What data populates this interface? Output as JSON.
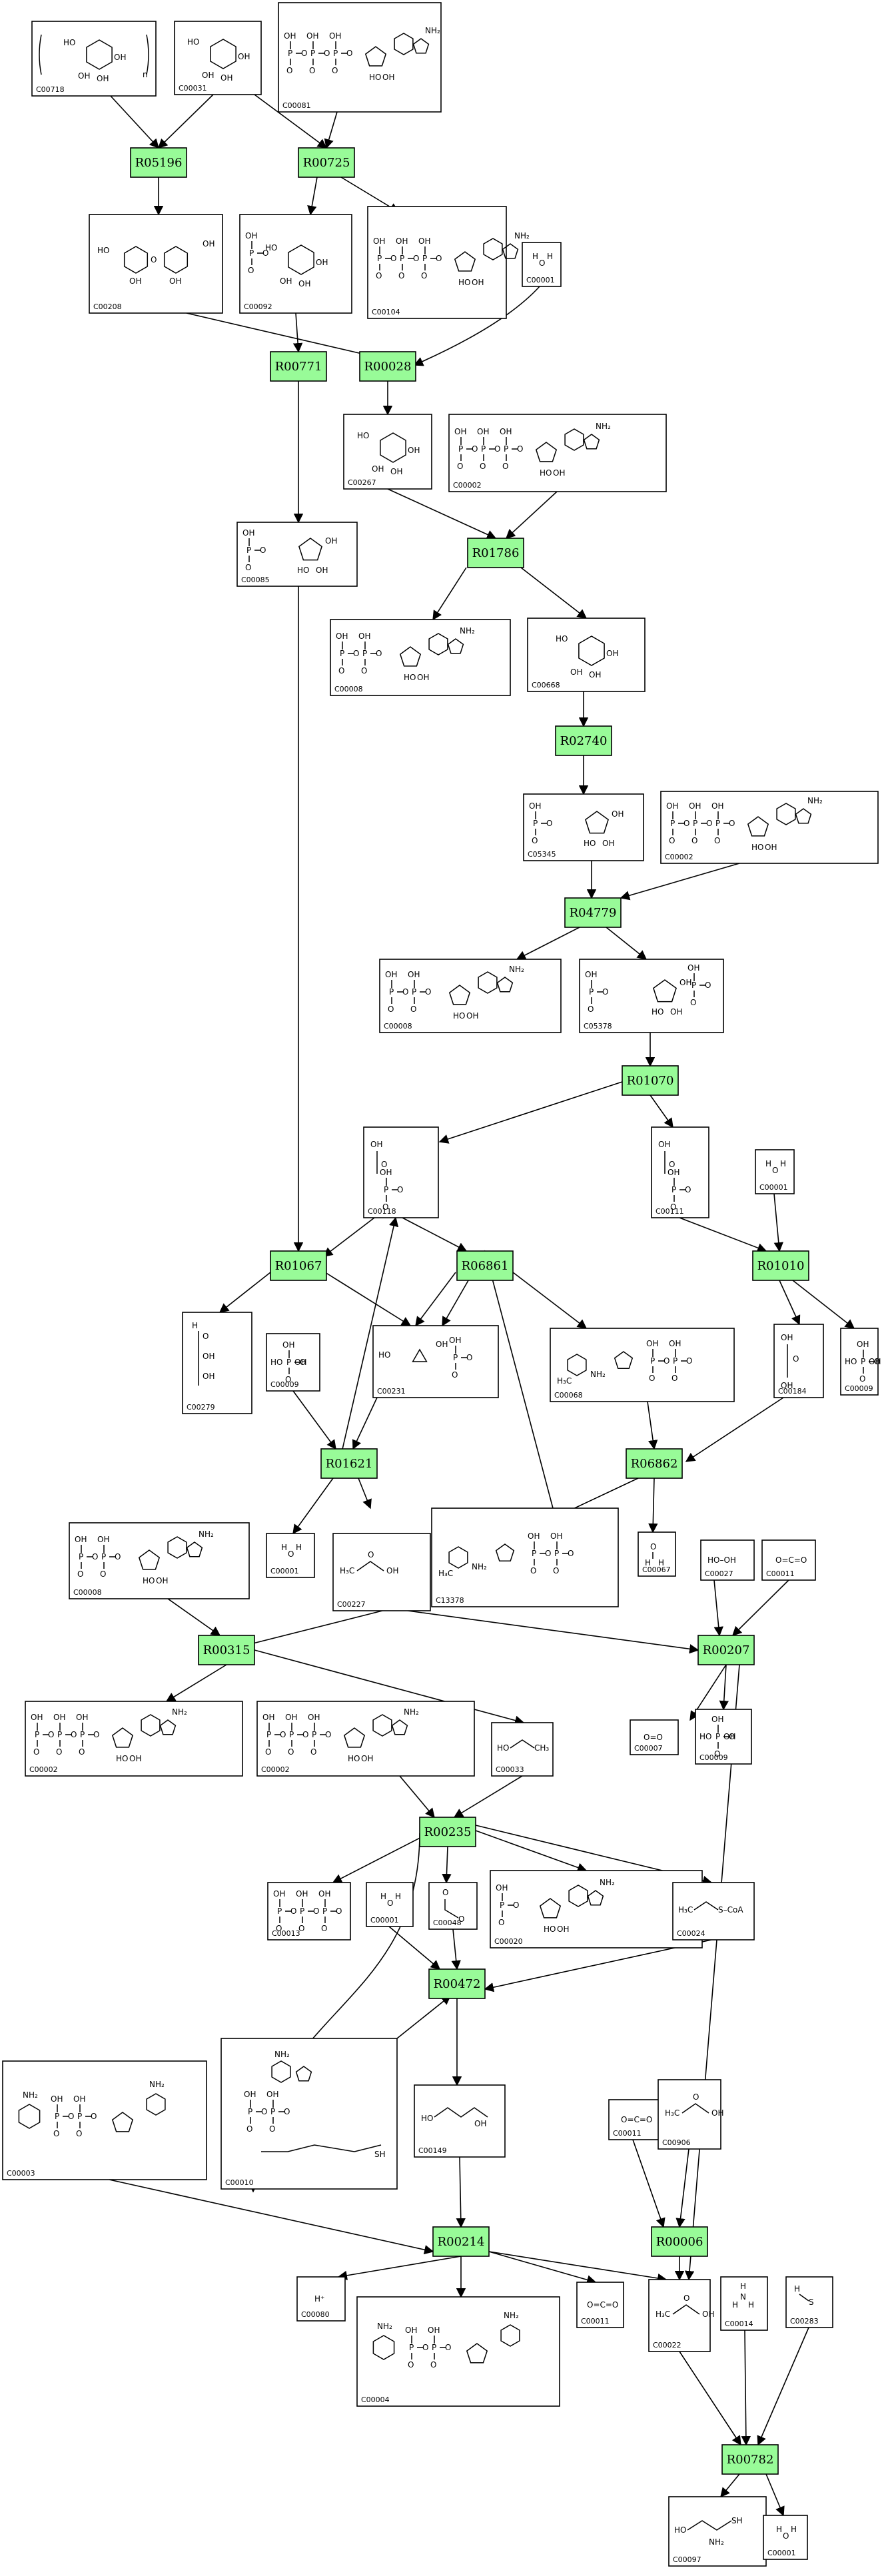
{
  "reactions": [
    {
      "id": "R05196"
    },
    {
      "id": "R00725"
    },
    {
      "id": "R00771"
    },
    {
      "id": "R00028"
    },
    {
      "id": "R01786"
    },
    {
      "id": "R02740"
    },
    {
      "id": "R04779"
    },
    {
      "id": "R01070"
    },
    {
      "id": "R01067"
    },
    {
      "id": "R06861"
    },
    {
      "id": "R01010"
    },
    {
      "id": "R01621"
    },
    {
      "id": "R06862"
    },
    {
      "id": "R00315"
    },
    {
      "id": "R00207"
    },
    {
      "id": "R00235"
    },
    {
      "id": "R00472"
    },
    {
      "id": "R00214"
    },
    {
      "id": "R00006"
    },
    {
      "id": "R00782"
    }
  ],
  "compounds": [
    {
      "id": "C00718"
    },
    {
      "id": "C00031"
    },
    {
      "id": "C00081"
    },
    {
      "id": "C00208"
    },
    {
      "id": "C00092"
    },
    {
      "id": "C00104"
    },
    {
      "id": "C00001"
    },
    {
      "id": "C00267"
    },
    {
      "id": "C00002"
    },
    {
      "id": "C00085"
    },
    {
      "id": "C00008"
    },
    {
      "id": "C00668"
    },
    {
      "id": "C05345"
    },
    {
      "id": "C00002"
    },
    {
      "id": "C00008"
    },
    {
      "id": "C05378"
    },
    {
      "id": "C00118"
    },
    {
      "id": "C00111"
    },
    {
      "id": "C00001"
    },
    {
      "id": "C00279"
    },
    {
      "id": "C00009"
    },
    {
      "id": "C00231"
    },
    {
      "id": "C00068"
    },
    {
      "id": "C00184"
    },
    {
      "id": "C00009"
    },
    {
      "id": "C00001"
    },
    {
      "id": "C00227"
    },
    {
      "id": "C13378"
    },
    {
      "id": "C00067"
    },
    {
      "id": "C00027"
    },
    {
      "id": "C00011"
    },
    {
      "id": "C00008"
    },
    {
      "id": "C00002"
    },
    {
      "id": "C00002"
    },
    {
      "id": "C00033"
    },
    {
      "id": "C00007"
    },
    {
      "id": "C00009"
    },
    {
      "id": "C00013"
    },
    {
      "id": "C00001"
    },
    {
      "id": "C00048"
    },
    {
      "id": "C00020"
    },
    {
      "id": "C00024"
    },
    {
      "id": "C00003"
    },
    {
      "id": "C00010"
    },
    {
      "id": "C00149"
    },
    {
      "id": "C00011"
    },
    {
      "id": "C00906"
    },
    {
      "id": "C00080"
    },
    {
      "id": "C00004"
    },
    {
      "id": "C00011"
    },
    {
      "id": "C00022"
    },
    {
      "id": "C00014"
    },
    {
      "id": "C00283"
    },
    {
      "id": "C00097"
    },
    {
      "id": "C00001"
    }
  ],
  "labels": {
    "coa": "S–CoA",
    "hplus": "H⁺",
    "nh2": "NH₂",
    "oh": "OH",
    "ho": "HO",
    "h": "H",
    "o": "O",
    "p": "P",
    "n": "N",
    "sh": "SH",
    "ch3": "CH₃",
    "h3c": "H₃C",
    "ho_oh": "HO–OH",
    "o_eq_o": "O=O",
    "c_eq_o": "O=C=O"
  },
  "colors": {
    "reaction_fill": "#98fb98",
    "stroke": "#000000",
    "background": "#ffffff"
  }
}
